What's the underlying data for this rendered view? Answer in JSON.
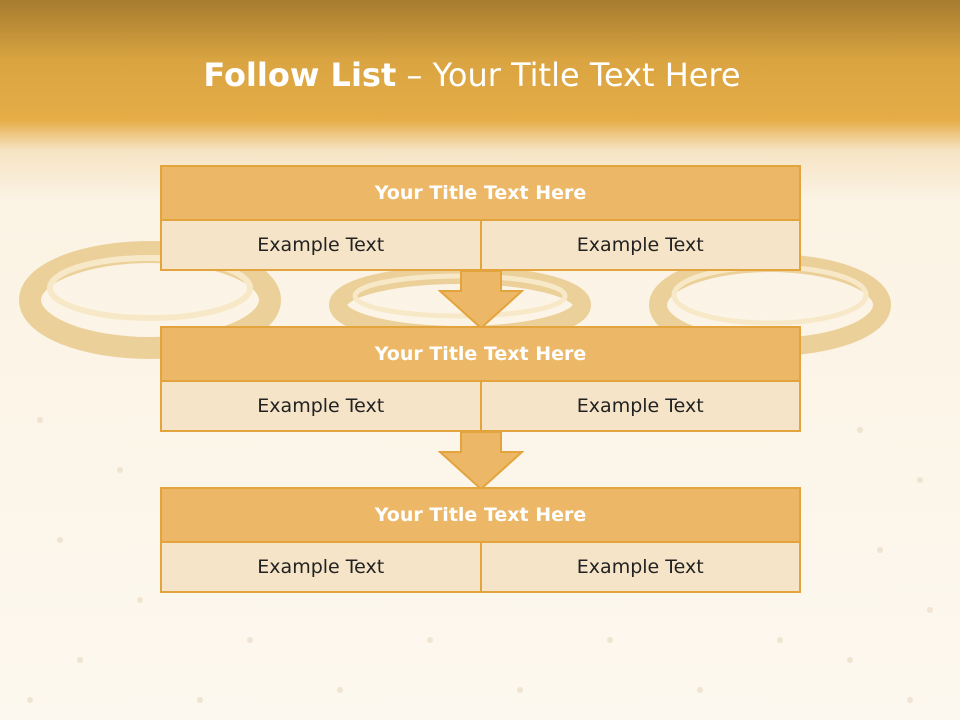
{
  "slide": {
    "title_bold": "Follow List",
    "title_rest": " – Your Title Text Here"
  },
  "steps": [
    {
      "title": "Your Title Text Here",
      "left": "Example Text",
      "right": "Example Text"
    },
    {
      "title": "Your Title Text Here",
      "left": "Example Text",
      "right": "Example Text"
    },
    {
      "title": "Your Title Text Here",
      "left": "Example Text",
      "right": "Example Text"
    }
  ],
  "colors": {
    "header_gold": "#e6ad47",
    "box_title": "#ecb867",
    "box_cell": "#f6e4c8",
    "border": "#e3a43e"
  }
}
